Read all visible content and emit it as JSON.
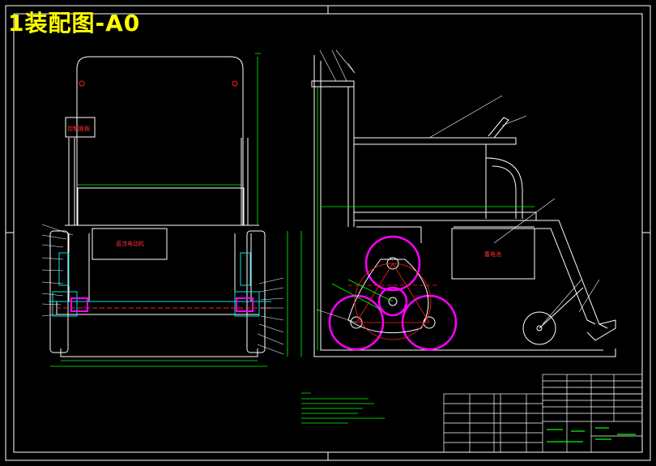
{
  "drawing": {
    "title": "1装配图-A0"
  },
  "labels": {
    "control_box": "控制面板",
    "motor_box": "直流电动机",
    "battery_box": "蓄电池"
  },
  "colors": {
    "background": "#000000",
    "frame": "#ffffff",
    "title": "#ffff00",
    "dimension": "#00ff00",
    "wheel": "#ff00ff",
    "center_line": "#ff0000",
    "part": "#00ffff"
  }
}
